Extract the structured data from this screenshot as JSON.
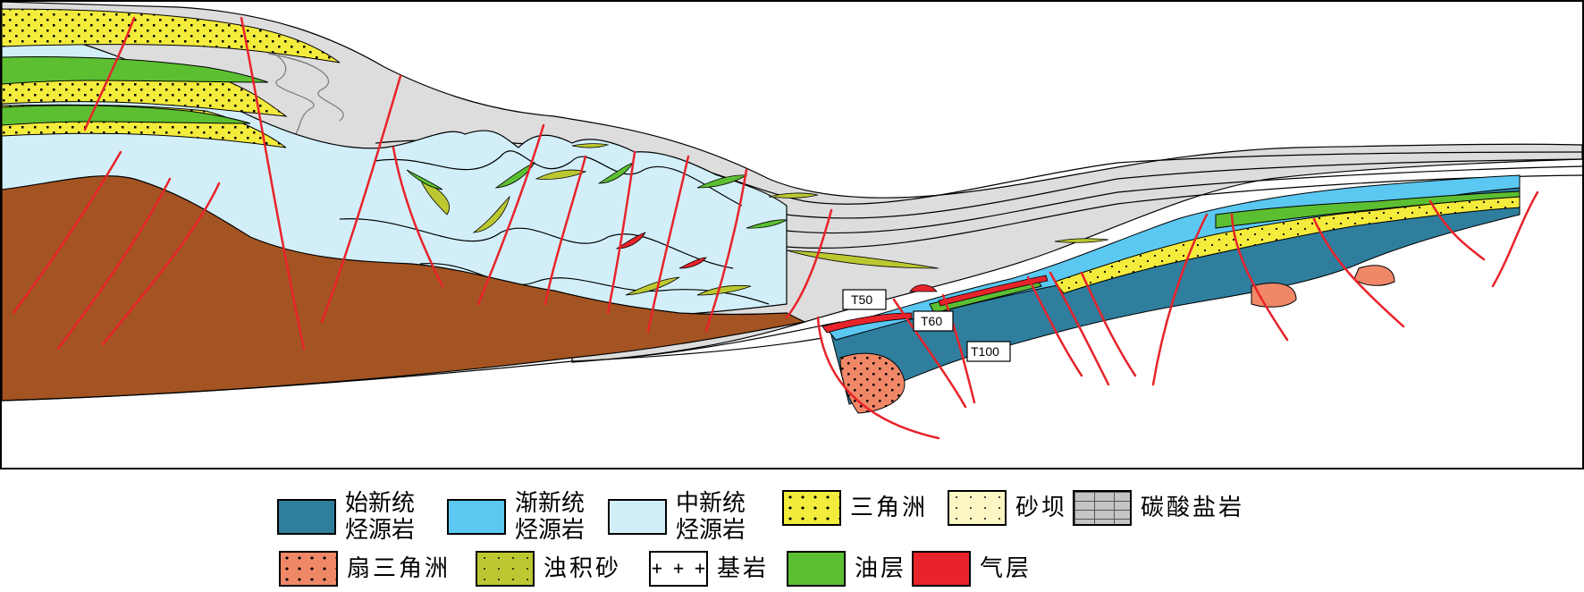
{
  "horizons": [
    {
      "id": "t50",
      "text": "T50"
    },
    {
      "id": "t60",
      "text": "T60"
    },
    {
      "id": "t100",
      "text": "T100"
    }
  ],
  "legend": [
    {
      "id": "eocene",
      "label": "始新统\n烃源岩",
      "fill": "#2f7e9e",
      "pattern": "none"
    },
    {
      "id": "oligocene",
      "label": "渐新统\n烃源岩",
      "fill": "#5bc8f2",
      "pattern": "none"
    },
    {
      "id": "miocene",
      "label": "中新统\n烃源岩",
      "fill": "#d2eff9",
      "pattern": "none"
    },
    {
      "id": "delta",
      "label": "三角洲",
      "fill": "#f4ec3c",
      "pattern": "dots-black"
    },
    {
      "id": "sand-bar",
      "label": "砂坝",
      "fill": "#fbf6c4",
      "pattern": "dots-small"
    },
    {
      "id": "carbonate",
      "label": "碳酸盐岩",
      "fill": "#c4c4c4",
      "pattern": "bricks"
    },
    {
      "id": "fan-delta",
      "label": "扇三角洲",
      "fill": "#f08868",
      "pattern": "dots-black"
    },
    {
      "id": "turbidite",
      "label": "浊积砂",
      "fill": "#bcc832",
      "pattern": "dots-small"
    },
    {
      "id": "basement",
      "label": "基岩",
      "fill": "#ffffff",
      "pattern": "crosses"
    },
    {
      "id": "oil",
      "label": "油层",
      "fill": "#5cbf32",
      "pattern": "none"
    },
    {
      "id": "gas",
      "label": "气层",
      "fill": "#e8232a",
      "pattern": "none"
    }
  ],
  "colors": {
    "basement_brown": "#a35422",
    "overburden_gray": "#dddddd",
    "fault_red": "#e8232a",
    "outline": "#000000"
  }
}
